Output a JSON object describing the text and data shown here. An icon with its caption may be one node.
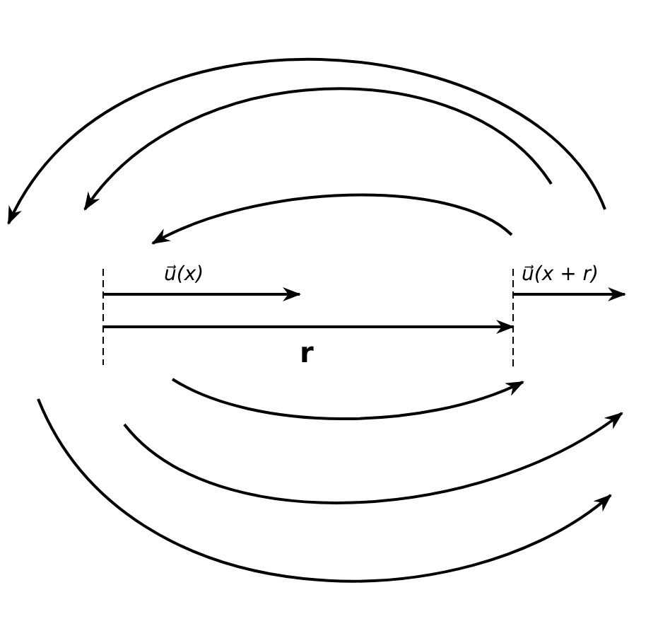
{
  "diagram": {
    "labels": [
      "u⃗(x)",
      "u⃗(x + r)",
      "r"
    ]
  }
}
